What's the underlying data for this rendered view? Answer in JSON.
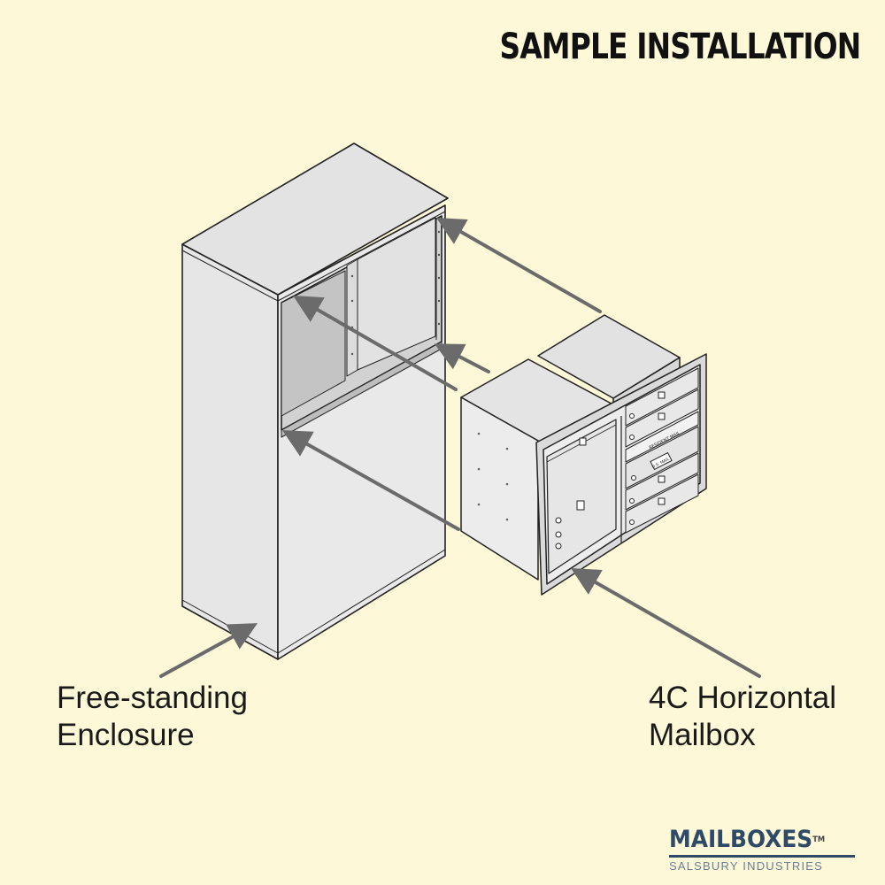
{
  "title": "SAMPLE INSTALLATION",
  "labels": {
    "enclosure": [
      "Free-standing",
      "Enclosure"
    ],
    "mailbox": [
      "4C Horizontal",
      "Mailbox"
    ]
  },
  "brand": {
    "name": "MAILBOXES",
    "trademark": "TM",
    "sub": "SALSBURY INDUSTRIES"
  },
  "mailbox_panel_text": {
    "directory": "RESIDENT MAIL",
    "outgoing": "U.S. MAIL"
  },
  "colors": {
    "background": "#fdf8d8",
    "brand": "#2e4a66",
    "arrow": "#6b6b6b"
  }
}
